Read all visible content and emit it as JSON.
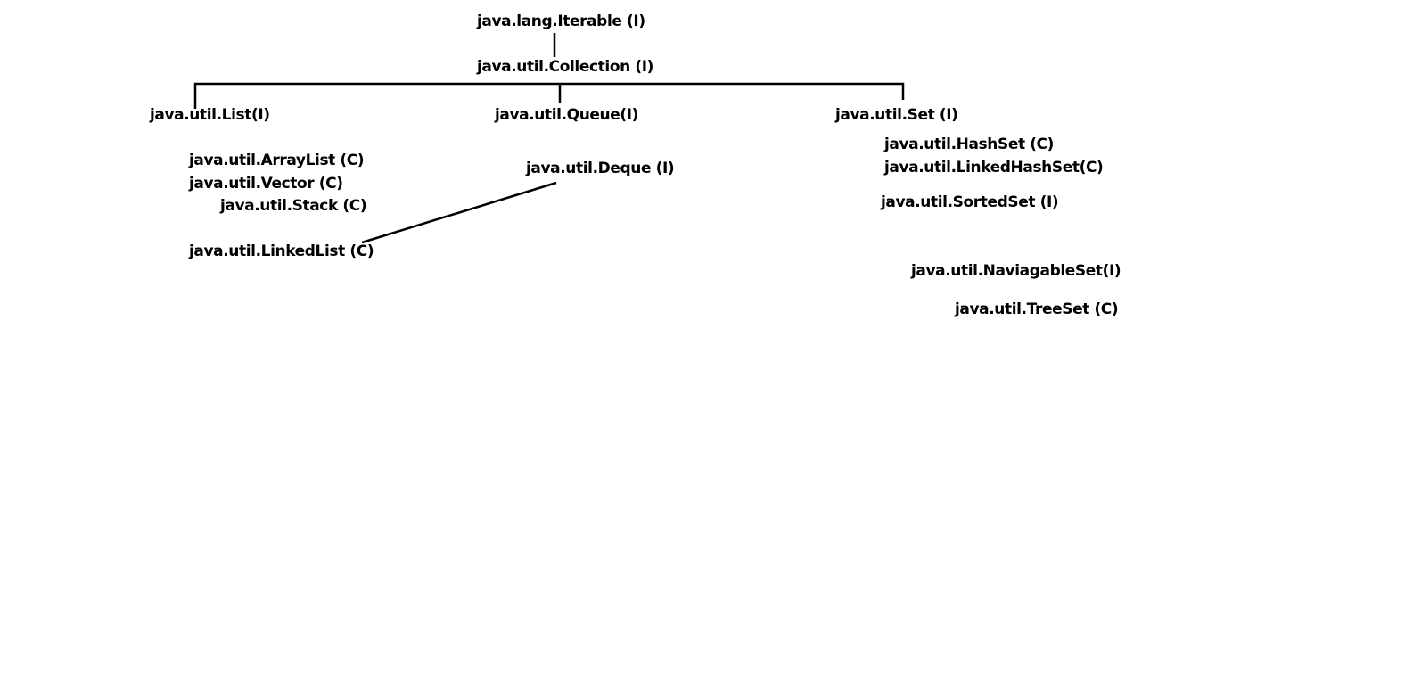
{
  "nodes": {
    "iterable": "java.lang.Iterable (I)",
    "collection": "java.util.Collection (I)",
    "list": "java.util.List(I)",
    "queue": "java.util.Queue(I)",
    "set": "java.util.Set (I)",
    "arraylist": "java.util.ArrayList (C)",
    "vector": "java.util.Vector (C)",
    "stack": "java.util.Stack (C)",
    "linkedlist": "java.util.LinkedList (C)",
    "deque": "java.util.Deque (I)",
    "hashset": "java.util.HashSet (C)",
    "linkedhashset": "java.util.LinkedHashSet(C)",
    "sortedset": "java.util.SortedSet (I)",
    "navigableset": "java.util.NaviagableSet(I)",
    "treeset": "java.util.TreeSet (C)"
  },
  "connections": [
    {
      "from": "iterable",
      "to": "collection"
    },
    {
      "from": "collection",
      "to": "list"
    },
    {
      "from": "collection",
      "to": "queue"
    },
    {
      "from": "collection",
      "to": "set"
    },
    {
      "from": "deque",
      "to": "linkedlist"
    }
  ],
  "colors": {
    "line": "#000000",
    "text": "#000000",
    "background": "#ffffff"
  }
}
